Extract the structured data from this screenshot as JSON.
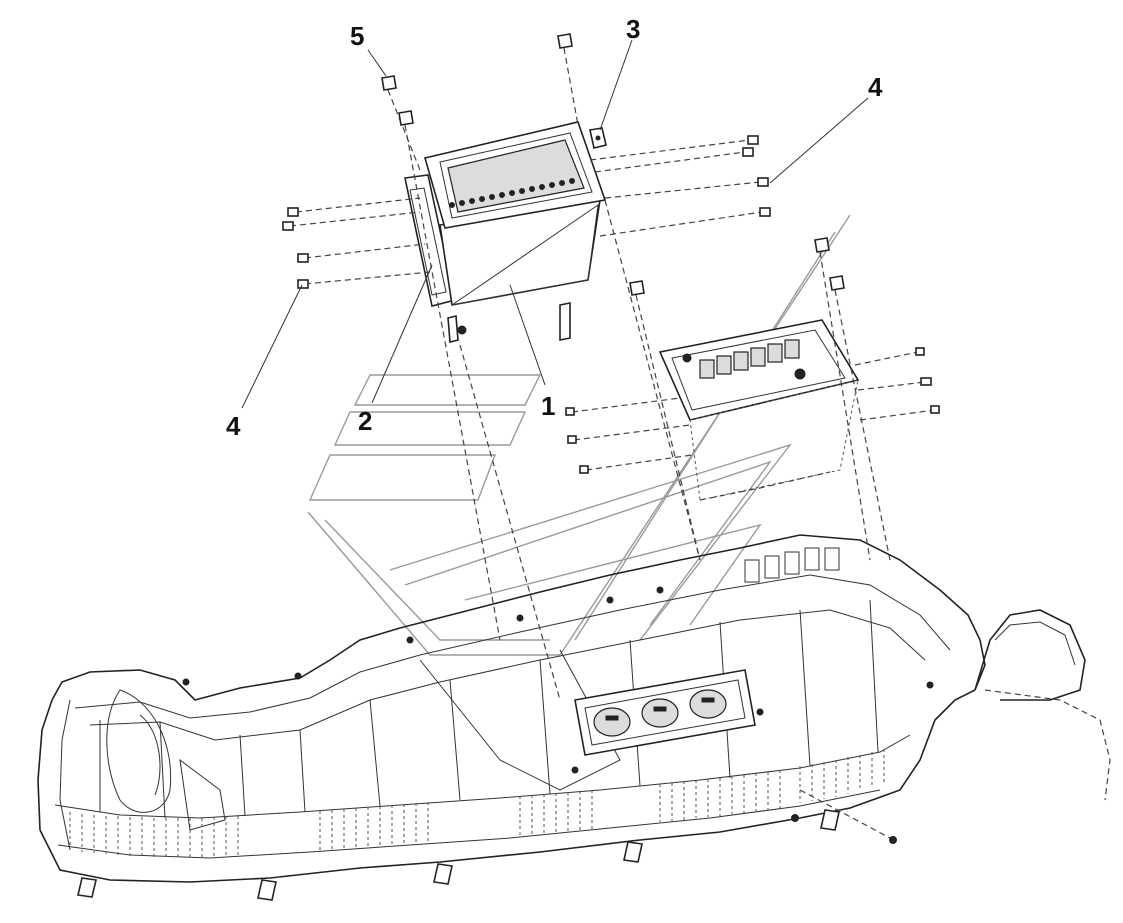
{
  "callouts": [
    {
      "id": "c1",
      "label": "1"
    },
    {
      "id": "c2",
      "label": "2"
    },
    {
      "id": "c3",
      "label": "3"
    },
    {
      "id": "c4a",
      "label": "4"
    },
    {
      "id": "c4b",
      "label": "4"
    },
    {
      "id": "c5",
      "label": "5"
    }
  ]
}
